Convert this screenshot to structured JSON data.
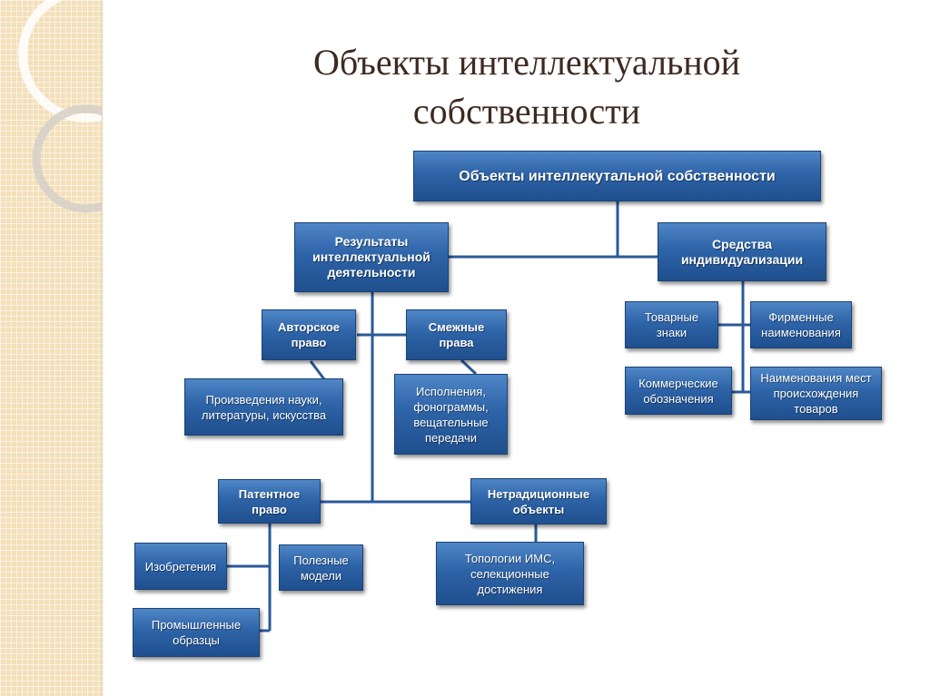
{
  "slide": {
    "title_line1": "Объекты интеллектуальной",
    "title_line2": "собственности"
  },
  "diagram": {
    "root": "Объекты интеллекутальной собственности",
    "results": "Результаты интеллектуальной деятельности",
    "means": "Средства индивидуализации",
    "author_right": "Авторское право",
    "related_rights": "Смежные права",
    "works": "Произведения науки, литературы, искусства",
    "performances": "Исполнения, фонограммы, вещательные передачи",
    "patent_right": "Патентное право",
    "nontraditional": "Нетрадиционные объекты",
    "inventions": "Изобретения",
    "utility_models": "Полезные модели",
    "industrial_designs": "Промышленные образцы",
    "topologies": "Топологии ИМС, селекционные достижения",
    "trademarks": "Товарные знаки",
    "trade_names": "Фирменные наименования",
    "commercial_designations": "Коммерческие обозначения",
    "appellations_origin": "Наименования мест происхождения товаров"
  },
  "colors": {
    "box_fill": "#2e64a8",
    "box_border": "#1b4375",
    "connector": "#2a5a9a",
    "title_text": "#3d2a20",
    "side_strip": "#f3dfb9"
  }
}
